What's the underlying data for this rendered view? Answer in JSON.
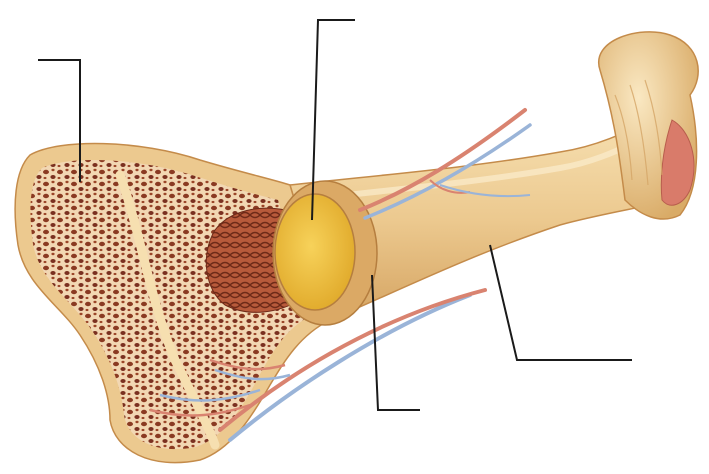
{
  "diagram": {
    "subject": "long-bone-section",
    "colors": {
      "background": "#ffffff",
      "bone_outer": "#e2b77a",
      "bone_light": "#f7e1b4",
      "bone_shadow": "#c8914d",
      "spongy_fill": "#f2d7b3",
      "spongy_holes": "#8a3a22",
      "marrow_yellow": "#f2c23e",
      "marrow_red": "#b85a3b",
      "articular_pink": "#d97b6a",
      "artery": "#d98370",
      "vein": "#9ab4d8",
      "leader_line": "#1a1a1a"
    },
    "labels": [
      {
        "id": "label-spongy-bone",
        "text": ""
      },
      {
        "id": "label-medullary-cavity",
        "text": ""
      },
      {
        "id": "label-periosteum",
        "text": ""
      },
      {
        "id": "label-compact-bone",
        "text": ""
      }
    ]
  }
}
